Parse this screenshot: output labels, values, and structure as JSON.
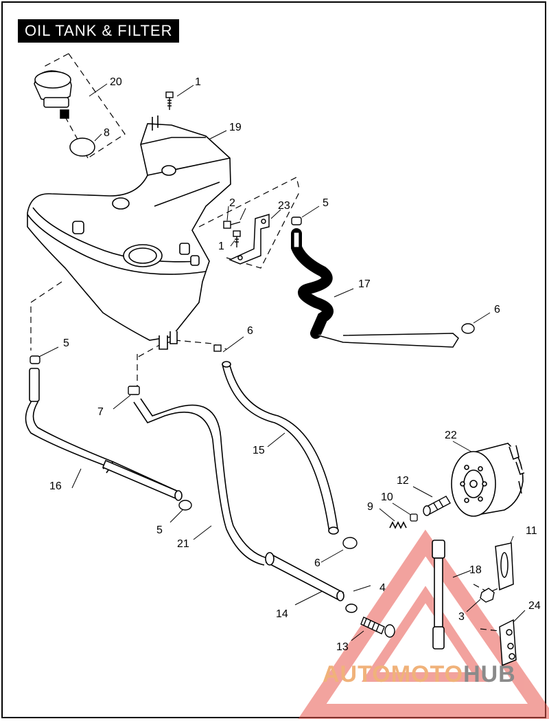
{
  "title": "OIL TANK & FILTER",
  "callouts": [
    "1",
    "1",
    "2",
    "3",
    "4",
    "5",
    "5",
    "5",
    "6",
    "6",
    "6",
    "7",
    "8",
    "9",
    "10",
    "11",
    "12",
    "13",
    "14",
    "15",
    "16",
    "17",
    "18",
    "19",
    "20",
    "21",
    "22",
    "23",
    "24"
  ],
  "watermark": {
    "part1": "AUTOMOTO",
    "part2": "HUB",
    "color_main": "#e8574f",
    "color_text": "#f0b27a",
    "color_hub": "#8a8a8a"
  },
  "colors": {
    "line": "#000000",
    "background": "#ffffff",
    "hose_fill": "#000000"
  }
}
